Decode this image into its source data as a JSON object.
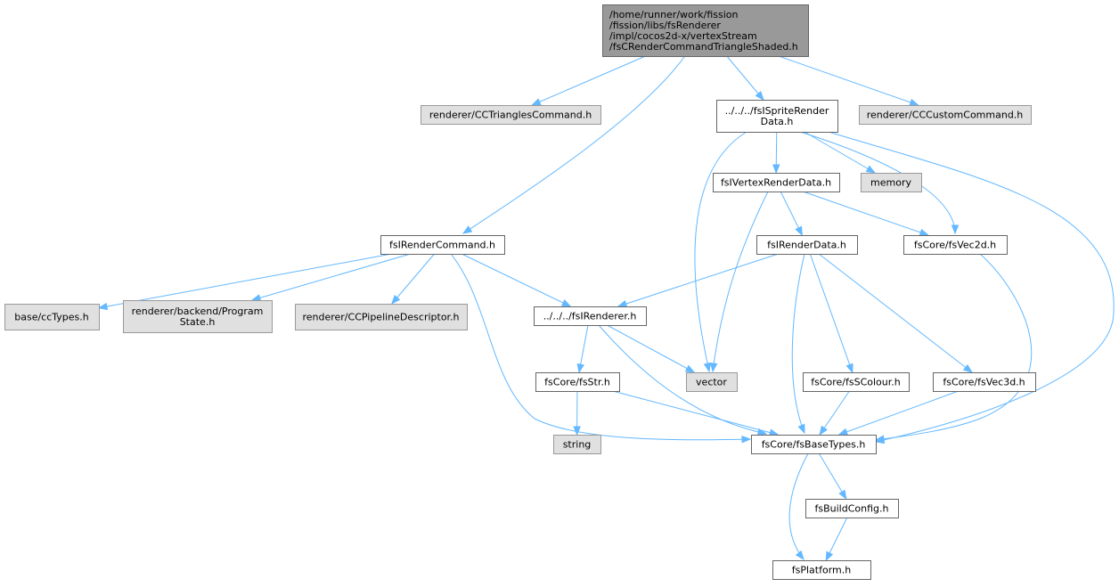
{
  "graph": {
    "nodes": [
      {
        "id": "root",
        "kind": "root",
        "lines": [
          "/home/runner/work/fission",
          "/fission/libs/fsRenderer",
          "/impl/cocos2d-x/vertexStream",
          "/fsCRenderCommandTriangleShaded.h"
        ]
      },
      {
        "id": "cctriangles",
        "kind": "external",
        "lines": [
          "renderer/CCTrianglesCommand.h"
        ]
      },
      {
        "id": "spriterender",
        "kind": "internal",
        "lines": [
          "../../../fsISpriteRender",
          "Data.h"
        ]
      },
      {
        "id": "cccustom",
        "kind": "external",
        "lines": [
          "renderer/CCCustomCommand.h"
        ]
      },
      {
        "id": "vertexrender",
        "kind": "internal",
        "lines": [
          "fsIVertexRenderData.h"
        ]
      },
      {
        "id": "memory",
        "kind": "external",
        "lines": [
          "memory"
        ]
      },
      {
        "id": "rendercommand",
        "kind": "internal",
        "lines": [
          "fsIRenderCommand.h"
        ]
      },
      {
        "id": "renderdata",
        "kind": "internal",
        "lines": [
          "fsIRenderData.h"
        ]
      },
      {
        "id": "vec2d",
        "kind": "internal",
        "lines": [
          "fsCore/fsVec2d.h"
        ]
      },
      {
        "id": "cctypes",
        "kind": "external",
        "lines": [
          "base/ccTypes.h"
        ]
      },
      {
        "id": "programstate",
        "kind": "external",
        "lines": [
          "renderer/backend/Program",
          "State.h"
        ]
      },
      {
        "id": "pipeline",
        "kind": "external",
        "lines": [
          "renderer/CCPipelineDescriptor.h"
        ]
      },
      {
        "id": "irenderer",
        "kind": "internal",
        "lines": [
          "../../../fsIRenderer.h"
        ]
      },
      {
        "id": "fsstr",
        "kind": "internal",
        "lines": [
          "fsCore/fsStr.h"
        ]
      },
      {
        "id": "vector",
        "kind": "external",
        "lines": [
          "vector"
        ]
      },
      {
        "id": "scolour",
        "kind": "internal",
        "lines": [
          "fsCore/fsSColour.h"
        ]
      },
      {
        "id": "vec3d",
        "kind": "internal",
        "lines": [
          "fsCore/fsVec3d.h"
        ]
      },
      {
        "id": "string",
        "kind": "external",
        "lines": [
          "string"
        ]
      },
      {
        "id": "basetypes",
        "kind": "internal",
        "lines": [
          "fsCore/fsBaseTypes.h"
        ]
      },
      {
        "id": "buildconfig",
        "kind": "internal",
        "lines": [
          "fsBuildConfig.h"
        ]
      },
      {
        "id": "platform",
        "kind": "internal",
        "lines": [
          "fsPlatform.h"
        ]
      }
    ],
    "edges": [
      {
        "from": "root",
        "to": "cctriangles"
      },
      {
        "from": "root",
        "to": "spriterender"
      },
      {
        "from": "root",
        "to": "cccustom"
      },
      {
        "from": "root",
        "to": "rendercommand"
      },
      {
        "from": "spriterender",
        "to": "vertexrender"
      },
      {
        "from": "spriterender",
        "to": "memory"
      },
      {
        "from": "spriterender",
        "to": "vec2d"
      },
      {
        "from": "spriterender",
        "to": "vector"
      },
      {
        "from": "spriterender",
        "to": "basetypes"
      },
      {
        "from": "vertexrender",
        "to": "renderdata"
      },
      {
        "from": "vertexrender",
        "to": "vec2d"
      },
      {
        "from": "vertexrender",
        "to": "vector"
      },
      {
        "from": "rendercommand",
        "to": "cctypes"
      },
      {
        "from": "rendercommand",
        "to": "programstate"
      },
      {
        "from": "rendercommand",
        "to": "pipeline"
      },
      {
        "from": "rendercommand",
        "to": "irenderer"
      },
      {
        "from": "rendercommand",
        "to": "basetypes"
      },
      {
        "from": "renderdata",
        "to": "irenderer"
      },
      {
        "from": "renderdata",
        "to": "scolour"
      },
      {
        "from": "renderdata",
        "to": "vec3d"
      },
      {
        "from": "renderdata",
        "to": "basetypes"
      },
      {
        "from": "vec2d",
        "to": "basetypes"
      },
      {
        "from": "irenderer",
        "to": "fsstr"
      },
      {
        "from": "irenderer",
        "to": "vector"
      },
      {
        "from": "irenderer",
        "to": "basetypes"
      },
      {
        "from": "fsstr",
        "to": "string"
      },
      {
        "from": "fsstr",
        "to": "basetypes"
      },
      {
        "from": "scolour",
        "to": "basetypes"
      },
      {
        "from": "vec3d",
        "to": "basetypes"
      },
      {
        "from": "basetypes",
        "to": "buildconfig"
      },
      {
        "from": "basetypes",
        "to": "platform"
      },
      {
        "from": "buildconfig",
        "to": "platform"
      }
    ],
    "colors": {
      "edge": "#63b8ff",
      "root_fill": "#999999",
      "external_fill": "#e0e0e0",
      "internal_fill": "#ffffff",
      "border": "#666666"
    }
  }
}
